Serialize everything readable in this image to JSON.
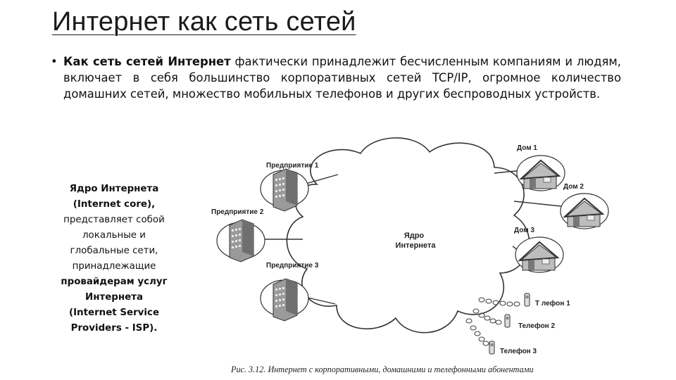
{
  "slide": {
    "title": "Интернет как сеть сетей",
    "bullet": {
      "marker": "•",
      "lead": "Как сеть сетей Интернет",
      "text": " фактически принадлежит бесчисленным компаниям и людям, включает в себя большинство корпоративных сетей TCP/IP, огромное количество домашних сетей, множество мобильных телефонов и других беспроводных устройств."
    },
    "side_note": {
      "lines": [
        {
          "text": "Ядро Интернета",
          "bold": true
        },
        {
          "text": "(Internet core),",
          "bold": true
        },
        {
          "text": "представляет собой",
          "bold": false
        },
        {
          "text": "локальные и",
          "bold": false
        },
        {
          "text": "глобальные сети,",
          "bold": false
        },
        {
          "text": "принадлежащие",
          "bold": false
        },
        {
          "text": "провайдерам услуг",
          "bold": true
        },
        {
          "text": "Интернета",
          "bold": true
        },
        {
          "text": "(Internet Service",
          "bold": true
        },
        {
          "text": "Providers - ISP).",
          "bold": true
        }
      ]
    }
  },
  "diagram": {
    "core_label_line1": "Ядро",
    "core_label_line2": "Интернета",
    "enterprises": [
      "Предприятие 1",
      "Предприятие 2",
      "Предприятие 3"
    ],
    "homes": [
      "Дом 1",
      "Дом 2",
      "Дом 3"
    ],
    "phones": [
      "Т лефон 1",
      "Телефон 2",
      "Телефон 3"
    ],
    "caption": "Рис. 3.12. Интернет с корпоративными, домашними и телефонными абонентами",
    "colors": {
      "stroke": "#333333",
      "fill": "#ffffff",
      "building": "#8a8a8a",
      "shade": "#cfcfcf"
    }
  }
}
